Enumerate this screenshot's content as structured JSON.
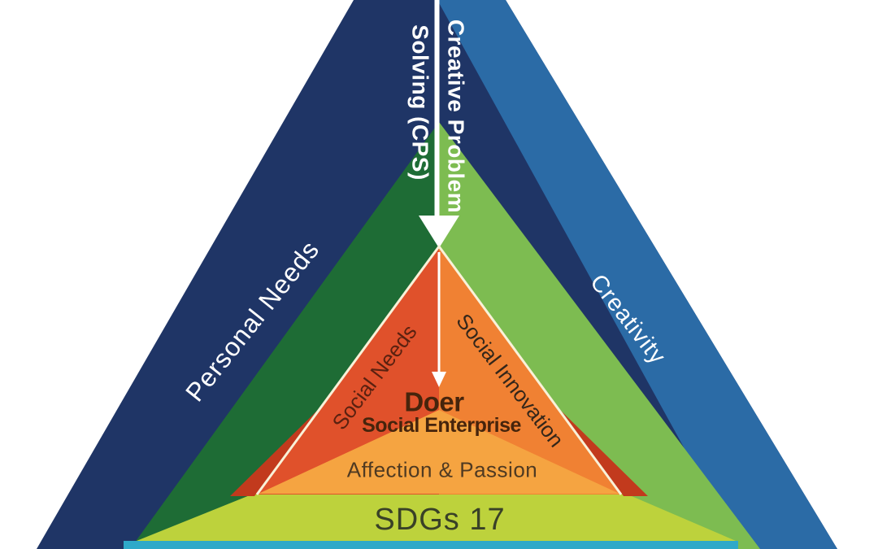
{
  "diagram": {
    "apex": {
      "line1": "Creative Problem",
      "line2": "Solving (CPS)"
    },
    "outer_left_label": "Personal Needs",
    "outer_right_label": "Creativity",
    "inner_left_label": "Social Needs",
    "inner_right_label": "Social Innovation",
    "center_title": "Doer",
    "center_subtitle": "Social Enterprise",
    "passion_band_label": "Affection & Passion",
    "base_band_label": "SDGs 17"
  },
  "colors": {
    "navy": "#1f3566",
    "steel_blue": "#2b6ba6",
    "dark_green": "#1e6c35",
    "light_green": "#7dbc51",
    "chartreuse": "#bdd23c",
    "cyan_strip": "#2ea9c9",
    "orange_dark": "#e0512b",
    "orange_light": "#f08133",
    "orange_pale": "#f5a441",
    "ribbon_red": "#c23a1d",
    "cream_outline": "#f9f1d8",
    "arrow_white": "#ffffff",
    "text_white": "#ffffff",
    "text_maroon": "#5a2110",
    "text_dark_brown": "#46240c",
    "text_innovation": "#33261a",
    "text_affection": "#4f3a22",
    "text_sdg": "#394127"
  }
}
